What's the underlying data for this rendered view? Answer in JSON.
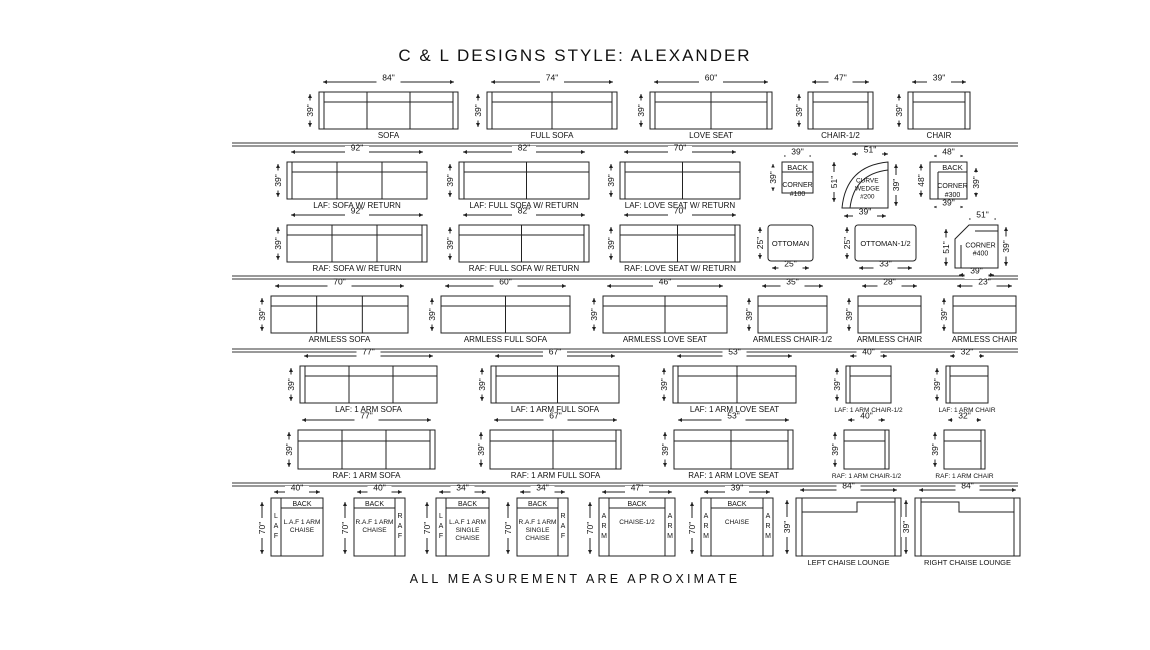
{
  "title": "C & L DESIGNS STYLE: ALEXANDER",
  "footer": "ALL MEASUREMENT ARE APROXIMATE",
  "rows": [
    {
      "items": [
        {
          "label": "SOFA",
          "width": "84\"",
          "depth": "39\"",
          "seats": 3,
          "arms": "both"
        },
        {
          "label": "FULL SOFA",
          "width": "74\"",
          "depth": "39\"",
          "seats": 2,
          "arms": "both"
        },
        {
          "label": "LOVE SEAT",
          "width": "60\"",
          "depth": "39\"",
          "seats": 2,
          "arms": "both"
        },
        {
          "label": "CHAIR-1/2",
          "width": "47\"",
          "depth": "39\"",
          "seats": 1,
          "arms": "both"
        },
        {
          "label": "CHAIR",
          "width": "39\"",
          "depth": "39\"",
          "seats": 1,
          "arms": "both"
        }
      ]
    },
    {
      "items": [
        {
          "label": "LAF: SOFA W/ RETURN",
          "width": "92\"",
          "depth": "39\"",
          "seats": 3,
          "arms": "left"
        },
        {
          "label": "LAF: FULL SOFA W/ RETURN",
          "width": "82\"",
          "depth": "39\"",
          "seats": 2,
          "arms": "left"
        },
        {
          "label": "LAF: LOVE SEAT W/ RETURN",
          "width": "70\"",
          "depth": "39\"",
          "seats": 2,
          "arms": "left"
        },
        {
          "kind": "corner",
          "back": "BACK",
          "text": [
            "CORNER",
            "#100"
          ],
          "width": "39\"",
          "depth": "39\""
        },
        {
          "kind": "wedge",
          "text": [
            "CURVE",
            "WEDGE",
            "#200"
          ],
          "width": "51\"",
          "depth": "51\"",
          "width2": "39\"",
          "depth2": "39\""
        },
        {
          "kind": "corner300",
          "back": "BACK",
          "text": [
            "CORNER",
            "#300"
          ],
          "width": "48\"",
          "depth": "48\"",
          "width2": "39\"",
          "depth2": "39\""
        }
      ]
    },
    {
      "items": [
        {
          "label": "RAF: SOFA W/ RETURN",
          "width": "92\"",
          "depth": "39\"",
          "seats": 3,
          "arms": "right"
        },
        {
          "label": "RAF: FULL SOFA W/ RETURN",
          "width": "82\"",
          "depth": "39\"",
          "seats": 2,
          "arms": "right"
        },
        {
          "label": "RAF: LOVE SEAT W/ RETURN",
          "width": "70\"",
          "depth": "39\"",
          "seats": 2,
          "arms": "right"
        },
        {
          "kind": "ottoman",
          "text": "OTTOMAN",
          "width": "25\"",
          "depth": "25\""
        },
        {
          "kind": "ottoman",
          "text": "OTTOMAN-1/2",
          "width": "33\"",
          "depth": "25\""
        },
        {
          "kind": "corner400",
          "text": [
            "CORNER",
            "#400"
          ],
          "width": "51\"",
          "depth": "51\"",
          "width2": "39\"",
          "depth2": "39\""
        }
      ]
    },
    {
      "items": [
        {
          "label": "ARMLESS SOFA",
          "width": "70\"",
          "depth": "39\"",
          "seats": 3,
          "arms": "none"
        },
        {
          "label": "ARMLESS FULL SOFA",
          "width": "60\"",
          "depth": "39\"",
          "seats": 2,
          "arms": "none"
        },
        {
          "label": "ARMLESS LOVE SEAT",
          "width": "46\"",
          "depth": "39\"",
          "seats": 2,
          "arms": "none"
        },
        {
          "label": "ARMLESS CHAIR-1/2",
          "width": "35\"",
          "depth": "39\"",
          "seats": 1,
          "arms": "none"
        },
        {
          "label": "ARMLESS CHAIR",
          "width": "28\"",
          "depth": "39\"",
          "seats": 1,
          "arms": "none"
        },
        {
          "label": "ARMLESS CHAIR",
          "width": "23\"",
          "depth": "39\"",
          "seats": 1,
          "arms": "none"
        }
      ]
    },
    {
      "items": [
        {
          "label": "LAF: 1 ARM SOFA",
          "width": "77\"",
          "depth": "39\"",
          "seats": 3,
          "arms": "left"
        },
        {
          "label": "LAF: 1 ARM FULL SOFA",
          "width": "67\"",
          "depth": "39\"",
          "seats": 2,
          "arms": "left"
        },
        {
          "label": "LAF: 1 ARM LOVE SEAT",
          "width": "53\"",
          "depth": "39\"",
          "seats": 2,
          "arms": "left"
        },
        {
          "label": "LAF: 1 ARM CHAIR-1/2",
          "width": "40\"",
          "depth": "39\"",
          "seats": 1,
          "arms": "left",
          "small": true
        },
        {
          "label": "LAF: 1 ARM CHAIR",
          "width": "32\"",
          "depth": "39\"",
          "seats": 1,
          "arms": "left",
          "small": true
        }
      ]
    },
    {
      "items": [
        {
          "label": "RAF: 1 ARM SOFA",
          "width": "77\"",
          "depth": "39\"",
          "seats": 3,
          "arms": "right"
        },
        {
          "label": "RAF: 1 ARM FULL SOFA",
          "width": "67\"",
          "depth": "39\"",
          "seats": 2,
          "arms": "right"
        },
        {
          "label": "RAF: 1 ARM LOVE SEAT",
          "width": "53\"",
          "depth": "39\"",
          "seats": 2,
          "arms": "right"
        },
        {
          "label": "RAF: 1 ARM CHAIR-1/2",
          "width": "40\"",
          "depth": "39\"",
          "seats": 1,
          "arms": "right",
          "small": true
        },
        {
          "label": "RAF: 1 ARM CHAIR",
          "width": "32\"",
          "depth": "39\"",
          "seats": 1,
          "arms": "right",
          "small": true
        }
      ]
    },
    {
      "items": [
        {
          "kind": "chaise",
          "back": "BACK",
          "text": [
            "L.A.F 1 ARM",
            "CHAISE"
          ],
          "armSide": "left",
          "armText": "LAF",
          "width": "40\"",
          "depth": "70\""
        },
        {
          "kind": "chaise",
          "back": "BACK",
          "text": [
            "R.A.F 1 ARM",
            "CHAISE"
          ],
          "armSide": "right",
          "armText": "RAF",
          "width": "40\"",
          "depth": "70\""
        },
        {
          "kind": "chaise",
          "back": "BACK",
          "text": [
            "L.A.F 1 ARM",
            "SINGLE",
            "CHAISE"
          ],
          "armSide": "left",
          "armText": "LAF",
          "width": "34\"",
          "depth": "70\""
        },
        {
          "kind": "chaise",
          "back": "BACK",
          "text": [
            "R.A.F 1 ARM",
            "SINGLE",
            "CHAISE"
          ],
          "armSide": "right",
          "armText": "RAF",
          "width": "34\"",
          "depth": "70\""
        },
        {
          "kind": "chaise",
          "back": "BACK",
          "text": [
            "CHAISE-1/2"
          ],
          "armSide": "both",
          "armText": "ARM",
          "width": "47\"",
          "depth": "70\""
        },
        {
          "kind": "chaise",
          "back": "BACK",
          "text": [
            "CHAISE"
          ],
          "armSide": "both",
          "armText": "ARM",
          "width": "39\"",
          "depth": "70\""
        },
        {
          "kind": "lounge",
          "side": "left",
          "label": "LEFT CHAISE LOUNGE",
          "width": "84\"",
          "depth": "39\""
        },
        {
          "kind": "lounge",
          "side": "right",
          "label": "RIGHT CHAISE LOUNGE",
          "width": "84\"",
          "depth": "39\""
        }
      ]
    }
  ]
}
